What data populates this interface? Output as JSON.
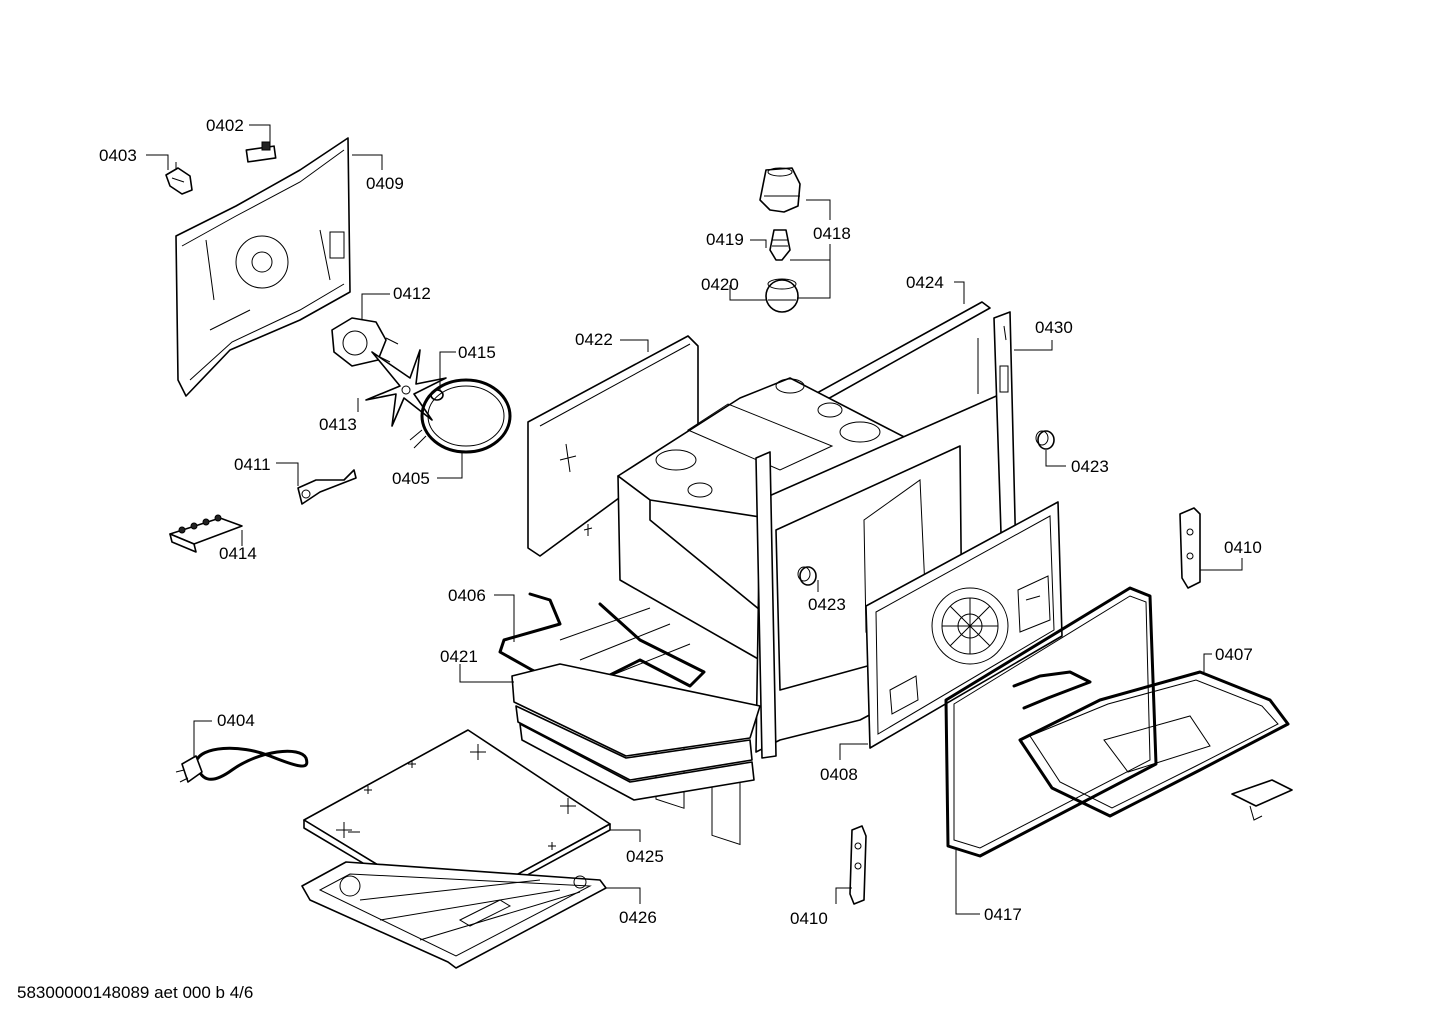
{
  "labels": {
    "p0402": "0402",
    "p0403": "0403",
    "p0409": "0409",
    "p0412": "0412",
    "p0415": "0415",
    "p0413": "0413",
    "p0405": "0405",
    "p0411": "0411",
    "p0414": "0414",
    "p0419": "0419",
    "p0418": "0418",
    "p0420": "0420",
    "p0424": "0424",
    "p0430": "0430",
    "p0422": "0422",
    "p0423a": "0423",
    "p0423b": "0423",
    "p0410a": "0410",
    "p0410b": "0410",
    "p0406": "0406",
    "p0421": "0421",
    "p0407": "0407",
    "p0404": "0404",
    "p0408": "0408",
    "p0425": "0425",
    "p0426": "0426",
    "p0417": "0417"
  },
  "footer": {
    "text": "58300000148089 aet 000 b 4/6"
  }
}
